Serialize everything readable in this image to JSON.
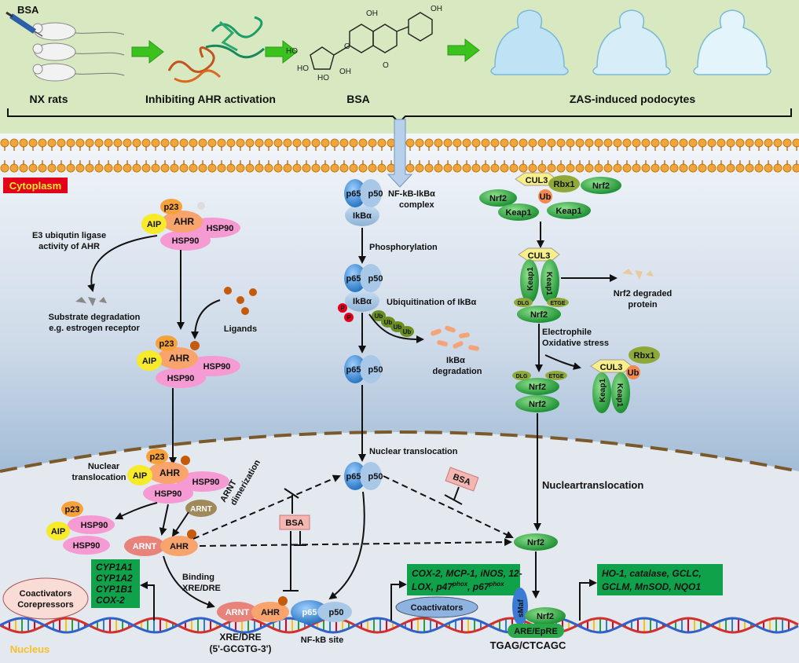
{
  "top": {
    "bsa_tag": "BSA",
    "nx_rats": "NX rats",
    "inhibiting": "Inhibiting AHR activation",
    "bsa": "BSA",
    "zas": "ZAS-induced podocytes"
  },
  "compartments": {
    "cytoplasm": "Cytoplasm",
    "nucleus": "Nucleus"
  },
  "ahr": {
    "p23": "p23",
    "aip": "AIP",
    "ahr": "AHR",
    "hsp90": "HSP90",
    "e3_line1": "E3 ubiqutin ligase",
    "e3_line2": "activity of AHR",
    "sub_line1": "Substrate degradation",
    "sub_line2": "e.g. estrogen receptor",
    "ligands": "Ligands",
    "nuc_line1": "Nuclear",
    "nuc_line2": "translocation",
    "arnt": "ARNT",
    "arnt_dim1": "ARNT",
    "arnt_dim2": "dimerization",
    "binding1": "Binding",
    "binding2": "XRE/DRE",
    "xre1": "XRE/DRE",
    "xre2": "(5'-GCGTG-3')",
    "targets": [
      "CYP1A1",
      "CYP1A2",
      "CYP1B1",
      "COX-2"
    ],
    "coact1": "Coactivators",
    "coact2": "Corepressors",
    "bsa": "BSA"
  },
  "nfkb": {
    "p65": "p65",
    "p50": "p50",
    "ikba": "IkBα",
    "complex1": "NF-kB-IkBα",
    "complex2": "complex",
    "phos": "Phosphorylation",
    "p": "P",
    "ubiq": "Ubiquitination of IkBα",
    "ub": "Ub",
    "degr1": "IkBα",
    "degr2": "degradation",
    "nuctrans": "Nuclear translocation",
    "site": "NF-kB site",
    "bsa": "BSA",
    "targets_line1": "COX-2, MCP-1, iNOS, 12-",
    "targets_line2a": "LOX, p47",
    "targets_sup1": "phox",
    "targets_line2b": ", p67",
    "targets_sup2": "phox",
    "coactivators": "Coactivators"
  },
  "nrf2": {
    "cul3": "CUL3",
    "rbx1": "Rbx1",
    "nrf2": "Nrf2",
    "ub": "Ub",
    "keap1": "Keap1",
    "dlg": "DLG",
    "etge": "ETGE",
    "deg1": "Nrf2 degraded",
    "deg2": "protein",
    "stress1": "Electrophile",
    "stress2": "Oxidative stress",
    "nuctrans": "Nucleartranslocation",
    "smaf": "sMaf",
    "are": "ARE/EpRE",
    "seq": "TGAG/CTCAGC",
    "targets_line1": "HO-1, catalase, GCLC,",
    "targets_line2": "GCLM, MnSOD, NQO1"
  },
  "colors": {
    "top_bg": "#d8e8c0",
    "cytoplasm_bg": "#dfe7f1",
    "nucleus_bg": "#e3e7ee",
    "green_box": "#10a24a",
    "nrf2": "#1fa33e",
    "p65": "#2c86d6",
    "p23": "#f7a13a",
    "aip": "#f7ea2b",
    "ahr": "#f9a46c",
    "hsp90": "#f59ad2",
    "arnt": "#e8837c",
    "bsa_box": "#f3b6b1",
    "red_label": "#e3001b"
  }
}
